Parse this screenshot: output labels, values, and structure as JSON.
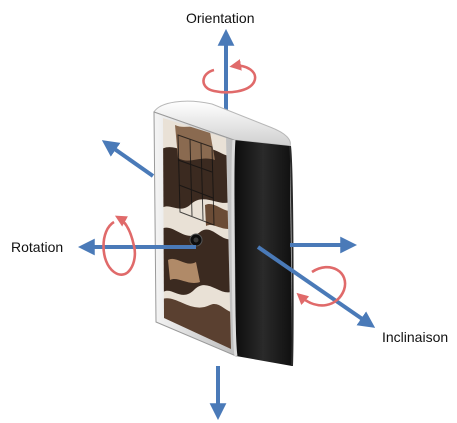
{
  "labels": {
    "orientation": "Orientation",
    "rotation": "Rotation",
    "inclinaison": "Inclinaison"
  },
  "colors": {
    "axis_arrow": "#4a7ab8",
    "rotation_arrow": "#e06a6a",
    "device_body": "#1a1a1a",
    "device_top": "#f0f0f0",
    "camo_dark": "#3b2a20",
    "camo_light": "#e9e1d6"
  },
  "icons": {
    "device": "camera-trap-icon",
    "axis": "axis-arrow-icon",
    "rotation": "curved-rotation-arrow-icon"
  }
}
